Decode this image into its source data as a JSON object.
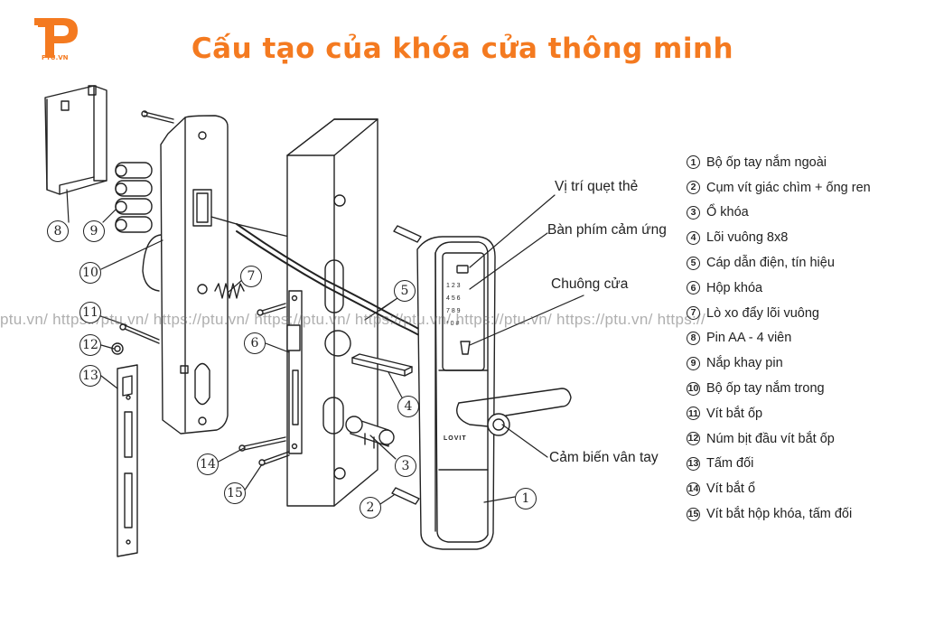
{
  "title": "Cấu tạo của khóa cửa thông minh",
  "logo": {
    "text": "PTU.VN",
    "color": "#f47a20"
  },
  "watermark": "ptu.vn/ https://ptu.vn/ https://ptu.vn/ https://ptu.vn/ https://ptu.vn/ https://ptu.vn/ https://ptu.vn/ https://",
  "callouts": {
    "card_area": "Vị trí quẹt thẻ",
    "touch_keypad": "Bàn phím cảm ứng",
    "doorbell": "Chuông cửa",
    "fingerprint_sensor": "Cảm biến vân tay"
  },
  "brand_on_lock": "LOVIT",
  "legend": [
    {
      "num": "1",
      "label": "Bộ ốp tay nắm ngoài"
    },
    {
      "num": "2",
      "label": "Cụm vít giác chìm + ống ren"
    },
    {
      "num": "3",
      "label": "Ổ khóa"
    },
    {
      "num": "4",
      "label": "Lõi vuông 8x8"
    },
    {
      "num": "5",
      "label": "Cáp dẫn điện, tín hiệu"
    },
    {
      "num": "6",
      "label": "Hộp khóa"
    },
    {
      "num": "7",
      "label": "Lò xo đẩy lõi vuông"
    },
    {
      "num": "8",
      "label": "Pin AA - 4 viên"
    },
    {
      "num": "9",
      "label": "Nắp khay pin"
    },
    {
      "num": "10",
      "label": "Bộ ốp tay nắm trong"
    },
    {
      "num": "11",
      "label": "Vít bắt ốp"
    },
    {
      "num": "12",
      "label": "Núm bịt đầu vít bắt ốp"
    },
    {
      "num": "13",
      "label": "Tấm đối"
    },
    {
      "num": "14",
      "label": "Vít bắt ổ"
    },
    {
      "num": "15",
      "label": "Vít bắt hộp khóa, tấm đối"
    }
  ],
  "diagram_numbers": [
    "1",
    "2",
    "3",
    "4",
    "5",
    "6",
    "7",
    "8",
    "9",
    "10",
    "11",
    "12",
    "13",
    "14",
    "15"
  ],
  "colors": {
    "title": "#f47a20",
    "line": "#222222",
    "watermark": "#8a8a8a"
  }
}
